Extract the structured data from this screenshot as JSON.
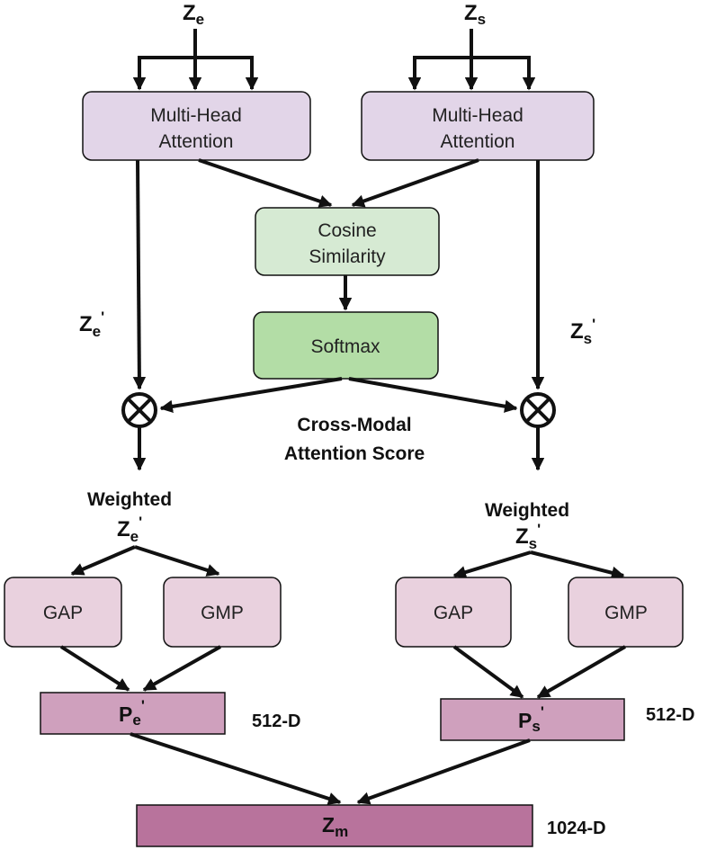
{
  "inputs": {
    "left": {
      "main": "Z",
      "sub": "e"
    },
    "right": {
      "main": "Z",
      "sub": "s"
    }
  },
  "mha_left": {
    "line1": "Multi-Head",
    "line2": "Attention"
  },
  "mha_right": {
    "line1": "Multi-Head",
    "line2": "Attention"
  },
  "cosine": {
    "line1": "Cosine",
    "line2": "Similarity"
  },
  "softmax": {
    "label": "Softmax"
  },
  "side_labels": {
    "left": {
      "main": "Z",
      "sub": "e",
      "sup": "'"
    },
    "right": {
      "main": "Z",
      "sub": "s",
      "sup": "'"
    }
  },
  "cross_modal": {
    "line1": "Cross-Modal",
    "line2": "Attention Score"
  },
  "weighted_left": {
    "title": "Weighted",
    "main": "Z",
    "sub": "e",
    "sup": "'"
  },
  "weighted_right": {
    "title": "Weighted",
    "main": "Z",
    "sub": "s",
    "sup": "'"
  },
  "pool_left": {
    "gap": "GAP",
    "gmp": "GMP"
  },
  "pool_right": {
    "gap": "GAP",
    "gmp": "GMP"
  },
  "pe": {
    "main": "P",
    "sub": "e",
    "sup": "'",
    "dim": "512-D"
  },
  "ps": {
    "main": "P",
    "sub": "s",
    "sup": "'",
    "dim": "512-D"
  },
  "zm": {
    "main": "Z",
    "sub": "m",
    "dim": "1024-D"
  },
  "colors": {
    "attention": "#e2d5e8",
    "cosine": "#d6ead3",
    "softmax": "#b3dda6",
    "pool": "#e9d1de",
    "pooled_vector": "#cfa0bd",
    "fused_vector": "#b8739c",
    "stroke": "#111111"
  }
}
